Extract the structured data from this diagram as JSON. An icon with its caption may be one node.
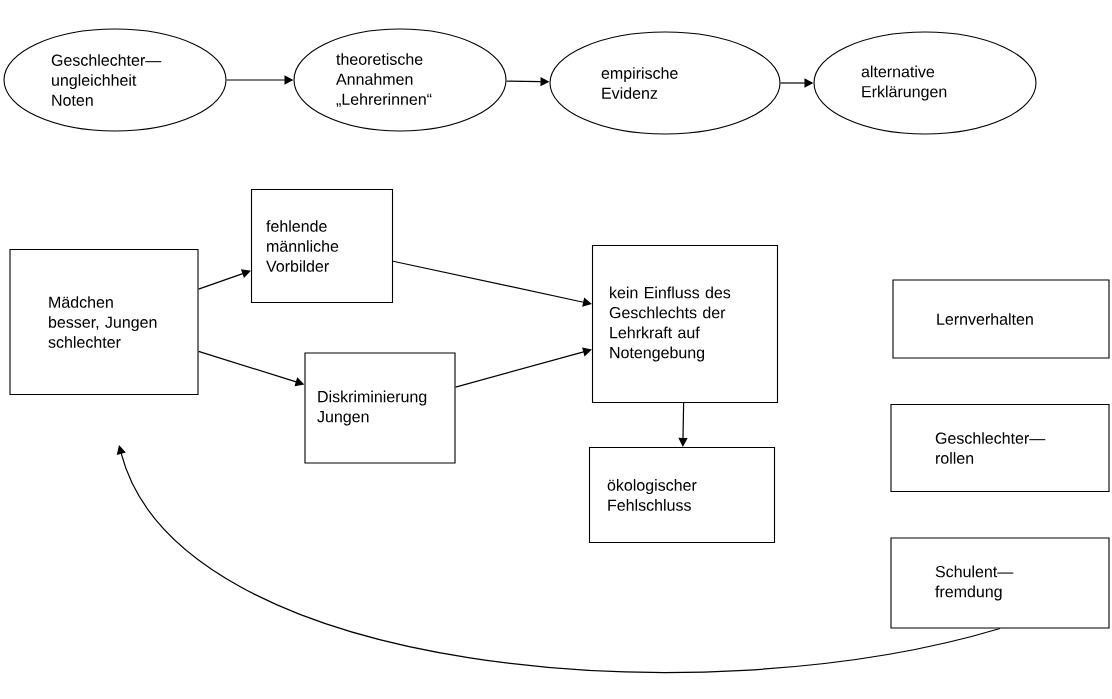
{
  "diagram": {
    "nodes": [
      {
        "text": [
          "Geschlechter— ungleichheit Noten"
        ]
      },
      {
        "text": [
          "theoretische Annahmen „Lehrerinnen“"
        ]
      },
      {
        "text": [
          "empirische Evidenz"
        ]
      },
      {
        "text": [
          "alternative Erklärungen"
        ]
      },
      {
        "text": [
          "Mädchen besser, Jungen schlechter"
        ]
      },
      {
        "text": [
          "fehlende männliche Vorbilder"
        ]
      },
      {
        "text": [
          "Diskriminierung Jungen"
        ]
      },
      {
        "text": [
          "kein Einfluss des Geschlechts der Lehrkraft auf Notengebung"
        ]
      },
      {
        "text": [
          "ökologischer Fehlschluss"
        ]
      },
      {
        "text": [
          "Lernverhalten"
        ]
      },
      {
        "text": [
          "Geschlechter— rollen"
        ]
      },
      {
        "text": [
          "Schulent— fremdung"
        ]
      }
    ],
    "edges": [
      {
        "from": 0,
        "to": 1,
        "arrow": "to"
      },
      {
        "from": 1,
        "to": 2,
        "arrow": "to"
      },
      {
        "from": 2,
        "to": 3,
        "arrow": "to"
      },
      {
        "from": 4,
        "to": 5,
        "arrow": "to"
      },
      {
        "from": 4,
        "to": 6,
        "arrow": "to"
      },
      {
        "from": 5,
        "to": 7,
        "arrow": "to"
      },
      {
        "from": 6,
        "to": 7,
        "arrow": "to"
      },
      {
        "from": 7,
        "to": 8,
        "arrow": "to"
      },
      {
        "from": 11,
        "to": 4,
        "arrow": "to"
      }
    ]
  }
}
